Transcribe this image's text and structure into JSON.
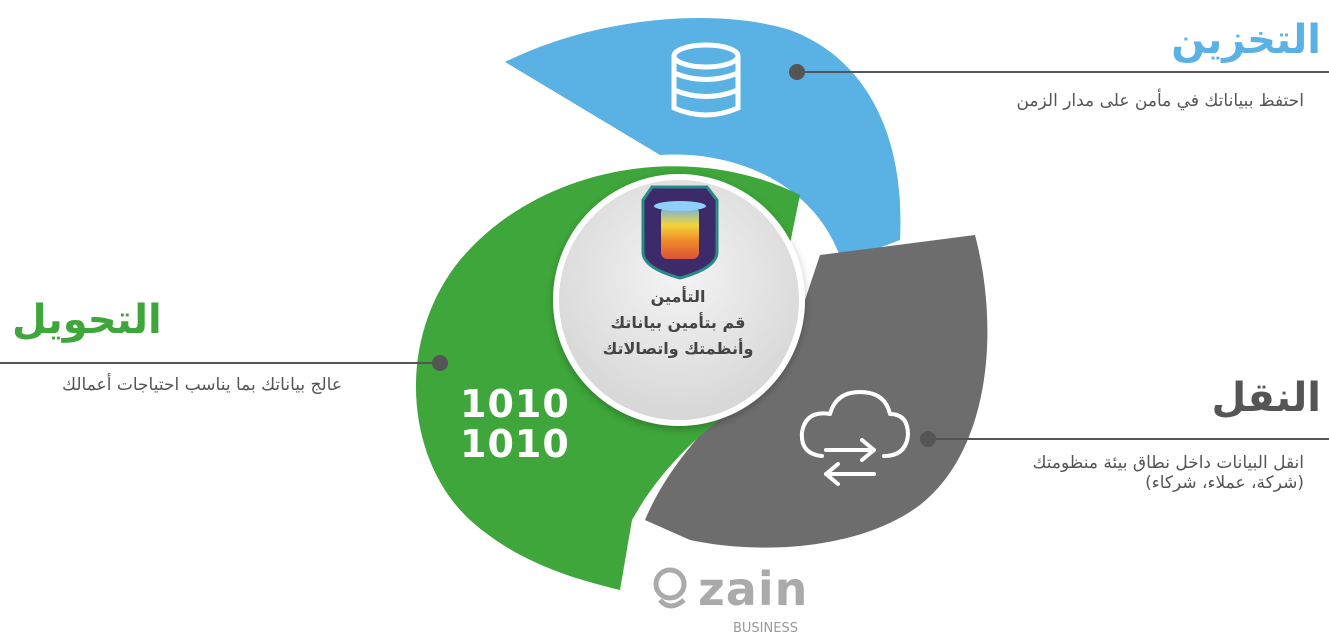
{
  "colors": {
    "storage": "#5ab1e3",
    "transfer": "#6d6d6d",
    "transform": "#3ea63a",
    "connector": "#555555",
    "center": "#e6e6e6"
  },
  "storage": {
    "title": "التخزين",
    "description": "احتفظ ببياناتك في مأمن على مدار الزمن",
    "icon": "database-icon"
  },
  "transfer": {
    "title": "النقل",
    "description": "انقل البيانات داخل نطاق بيئة منظومتك (شركة، عملاء، شركاء)",
    "icon": "cloud-transfer-icon"
  },
  "transform": {
    "title": "التحويل",
    "description": "عالج بياناتك بما يناسب احتياجات أعمالك",
    "binary_line1": "1010",
    "binary_line2": "1010"
  },
  "center": {
    "title": "التأمين",
    "line1": "قم بتأمين بياناتك",
    "line2": "وأنظمتك واتصالاتك",
    "icon": "security-shield-icon"
  },
  "logo": {
    "word": "zain",
    "sub": "BUSINESS",
    "icon": "zain-logo-icon"
  }
}
